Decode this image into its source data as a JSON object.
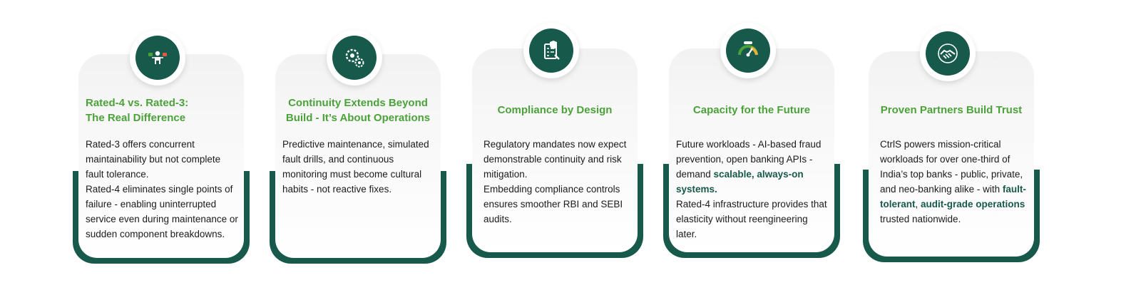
{
  "cards": [
    {
      "icon": "person-choice-icon",
      "title_line1": "Rated-4 vs. Rated-3:",
      "title_line2": "The Real Difference",
      "paragraphs": [
        "Rated-3 offers concurrent maintainability but not complete fault tolerance.",
        "Rated-4 eliminates single points of failure - enabling uninterrupted service even during maintenance or sudden component breakdowns."
      ]
    },
    {
      "icon": "gears-icon",
      "title_line1": "Continuity Extends Beyond",
      "title_line2": "Build - It’s About Operations",
      "paragraphs": [
        "Predictive maintenance, simulated fault drills, and continuous monitoring must become cultural habits - not reactive fixes."
      ]
    },
    {
      "icon": "compliance-checklist-icon",
      "title_line1": "Compliance by Design",
      "paragraphs": [
        "Regulatory mandates now expect demonstrable continuity and risk mitigation.",
        "Embedding compliance controls ensures smoother RBI and SEBI audits."
      ]
    },
    {
      "icon": "capacity-gauge-icon",
      "title_line1": "Capacity for the Future",
      "p1_text": "Future workloads - AI-based fraud prevention, open banking APIs - demand ",
      "p1_highlight": "scalable, always-on systems.",
      "p2": "Rated-4 infrastructure provides that elasticity without reengineering later."
    },
    {
      "icon": "handshake-icon",
      "title_line1": "Proven Partners Build Trust",
      "p_text": "CtrlS powers mission-critical workloads for over one-third of India’s top banks - public, private, and neo-banking alike - with ",
      "p_hl1": "fault-tolerant",
      "p_mid": ", ",
      "p_hl2": "audit-grade operations",
      "p_end": " trusted nationwide."
    }
  ],
  "colors": {
    "primary": "#17594a",
    "title_green": "#4ca23a"
  }
}
